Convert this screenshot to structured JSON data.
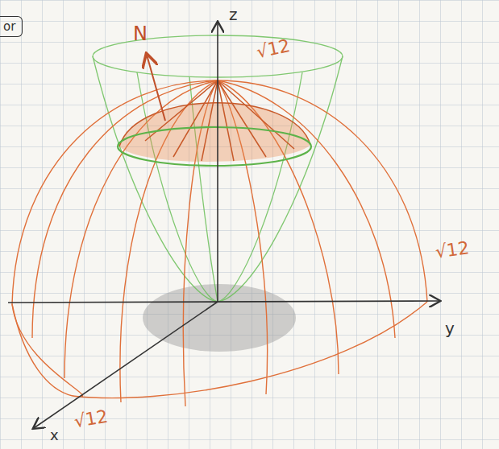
{
  "diagram": {
    "nodes": [
      {
        "text": [
          "or"
        ]
      }
    ],
    "labels": [
      "N",
      "z",
      "√12",
      "√12",
      "y",
      "√12",
      "x"
    ]
  }
}
